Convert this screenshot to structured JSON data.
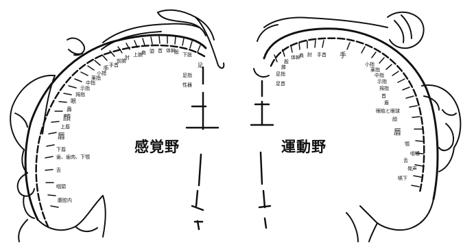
{
  "titles": {
    "sensory": "感覚野",
    "motor": "運動野"
  },
  "sensory_labels": [
    "足",
    "足指",
    "性器",
    "下肢",
    "股",
    "体幹",
    "首",
    "頭",
    "肩",
    "上腕",
    "肘",
    "前腕",
    "手首",
    "手",
    "小指",
    "薬指",
    "中指",
    "示指",
    "拇指",
    "眼",
    "鼻",
    "顔",
    "上唇",
    "唇",
    "下唇",
    "歯、歯肉、下顎",
    "舌",
    "咽頭",
    "腹腔内"
  ],
  "motor_labels": [
    "足指",
    "足首",
    "膝",
    "股",
    "体幹",
    "肩",
    "肘",
    "手首",
    "手",
    "小指",
    "薬指",
    "中指",
    "示指",
    "拇指",
    "首",
    "眉",
    "眼瞼と眼球",
    "顔",
    "唇",
    "顎",
    "舌",
    "嚥下",
    "発声",
    "咀嚼"
  ],
  "colors": {
    "ink": "#111111",
    "background": "#ffffff"
  }
}
